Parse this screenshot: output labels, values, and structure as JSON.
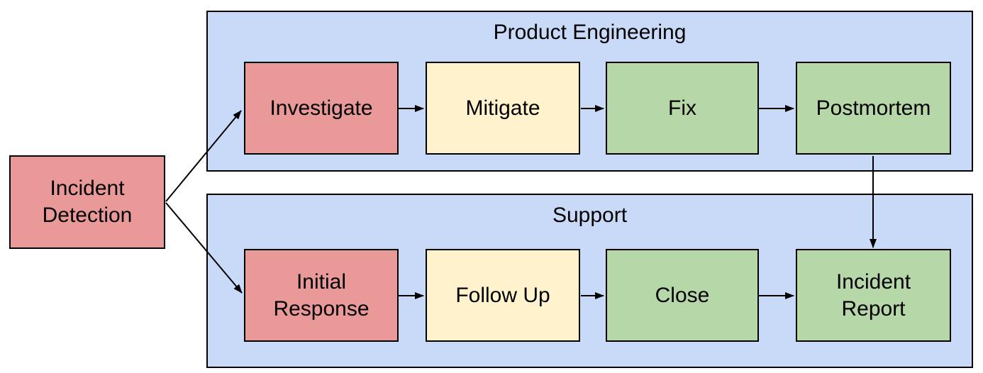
{
  "diagram": {
    "type": "flowchart",
    "groups": {
      "product_engineering": {
        "label": "Product Engineering",
        "fill": "#c9daf8"
      },
      "support": {
        "label": "Support",
        "fill": "#c9daf8"
      }
    },
    "nodes": {
      "incident_detection": {
        "label": "Incident Detection",
        "fill": "#ea9999",
        "group": ""
      },
      "investigate": {
        "label": "Investigate",
        "fill": "#ea9999",
        "group": "product_engineering"
      },
      "mitigate": {
        "label": "Mitigate",
        "fill": "#fff2cc",
        "group": "product_engineering"
      },
      "fix": {
        "label": "Fix",
        "fill": "#b6d7a8",
        "group": "product_engineering"
      },
      "postmortem": {
        "label": "Postmortem",
        "fill": "#b6d7a8",
        "group": "product_engineering"
      },
      "initial_response": {
        "label": "Initial Response",
        "fill": "#ea9999",
        "group": "support"
      },
      "follow_up": {
        "label": "Follow Up",
        "fill": "#fff2cc",
        "group": "support"
      },
      "close": {
        "label": "Close",
        "fill": "#b6d7a8",
        "group": "support"
      },
      "incident_report": {
        "label": "Incident Report",
        "fill": "#b6d7a8",
        "group": "support"
      }
    },
    "edges": [
      {
        "from": "incident_detection",
        "to": "investigate"
      },
      {
        "from": "incident_detection",
        "to": "initial_response"
      },
      {
        "from": "investigate",
        "to": "mitigate"
      },
      {
        "from": "mitigate",
        "to": "fix"
      },
      {
        "from": "fix",
        "to": "postmortem"
      },
      {
        "from": "postmortem",
        "to": "incident_report"
      },
      {
        "from": "initial_response",
        "to": "follow_up"
      },
      {
        "from": "follow_up",
        "to": "close"
      },
      {
        "from": "close",
        "to": "incident_report"
      }
    ],
    "colors": {
      "node_red": "#ea9999",
      "node_yellow": "#fff2cc",
      "node_green": "#b6d7a8",
      "group_blue": "#c9daf8",
      "border": "#000000",
      "arrow": "#000000",
      "background": "#ffffff"
    }
  }
}
